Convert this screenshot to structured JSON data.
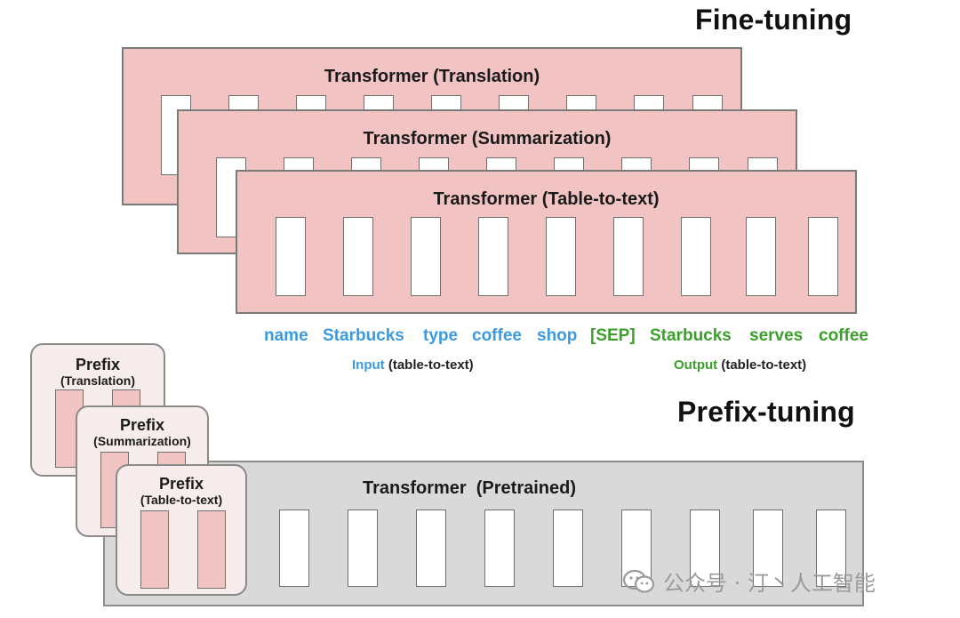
{
  "titles": {
    "fine_tuning": "Fine-tuning",
    "prefix_tuning": "Prefix-tuning"
  },
  "finetune_panels": [
    {
      "label": "Transformer (Translation)"
    },
    {
      "label": "Transformer (Summarization)"
    },
    {
      "label": "Transformer (Table-to-text)"
    }
  ],
  "pretrained_panel": {
    "label": "Transformer  (Pretrained)"
  },
  "prefix_cards": [
    {
      "title": "Prefix",
      "subtitle": "(Translation)"
    },
    {
      "title": "Prefix",
      "subtitle": "(Summarization)"
    },
    {
      "title": "Prefix",
      "subtitle": "(Table-to-text)"
    }
  ],
  "tokens": {
    "input": [
      "name",
      "Starbucks",
      "type",
      "coffee",
      "shop"
    ],
    "output": [
      "[SEP]",
      "Starbucks",
      "serves",
      "coffee"
    ]
  },
  "captions": {
    "input_word": "Input",
    "input_rest": " (table-to-text)",
    "output_word": "Output",
    "output_rest": " (table-to-text)"
  },
  "colors": {
    "input_blue": "#3b9ae1",
    "output_green": "#3aa02a",
    "transformer_pink": "#f2c3c3",
    "pretrained_gray": "#d9d9d9"
  },
  "watermark": {
    "icon": "wechat-icon",
    "text": "公众号 · 汀丶人工智能"
  }
}
